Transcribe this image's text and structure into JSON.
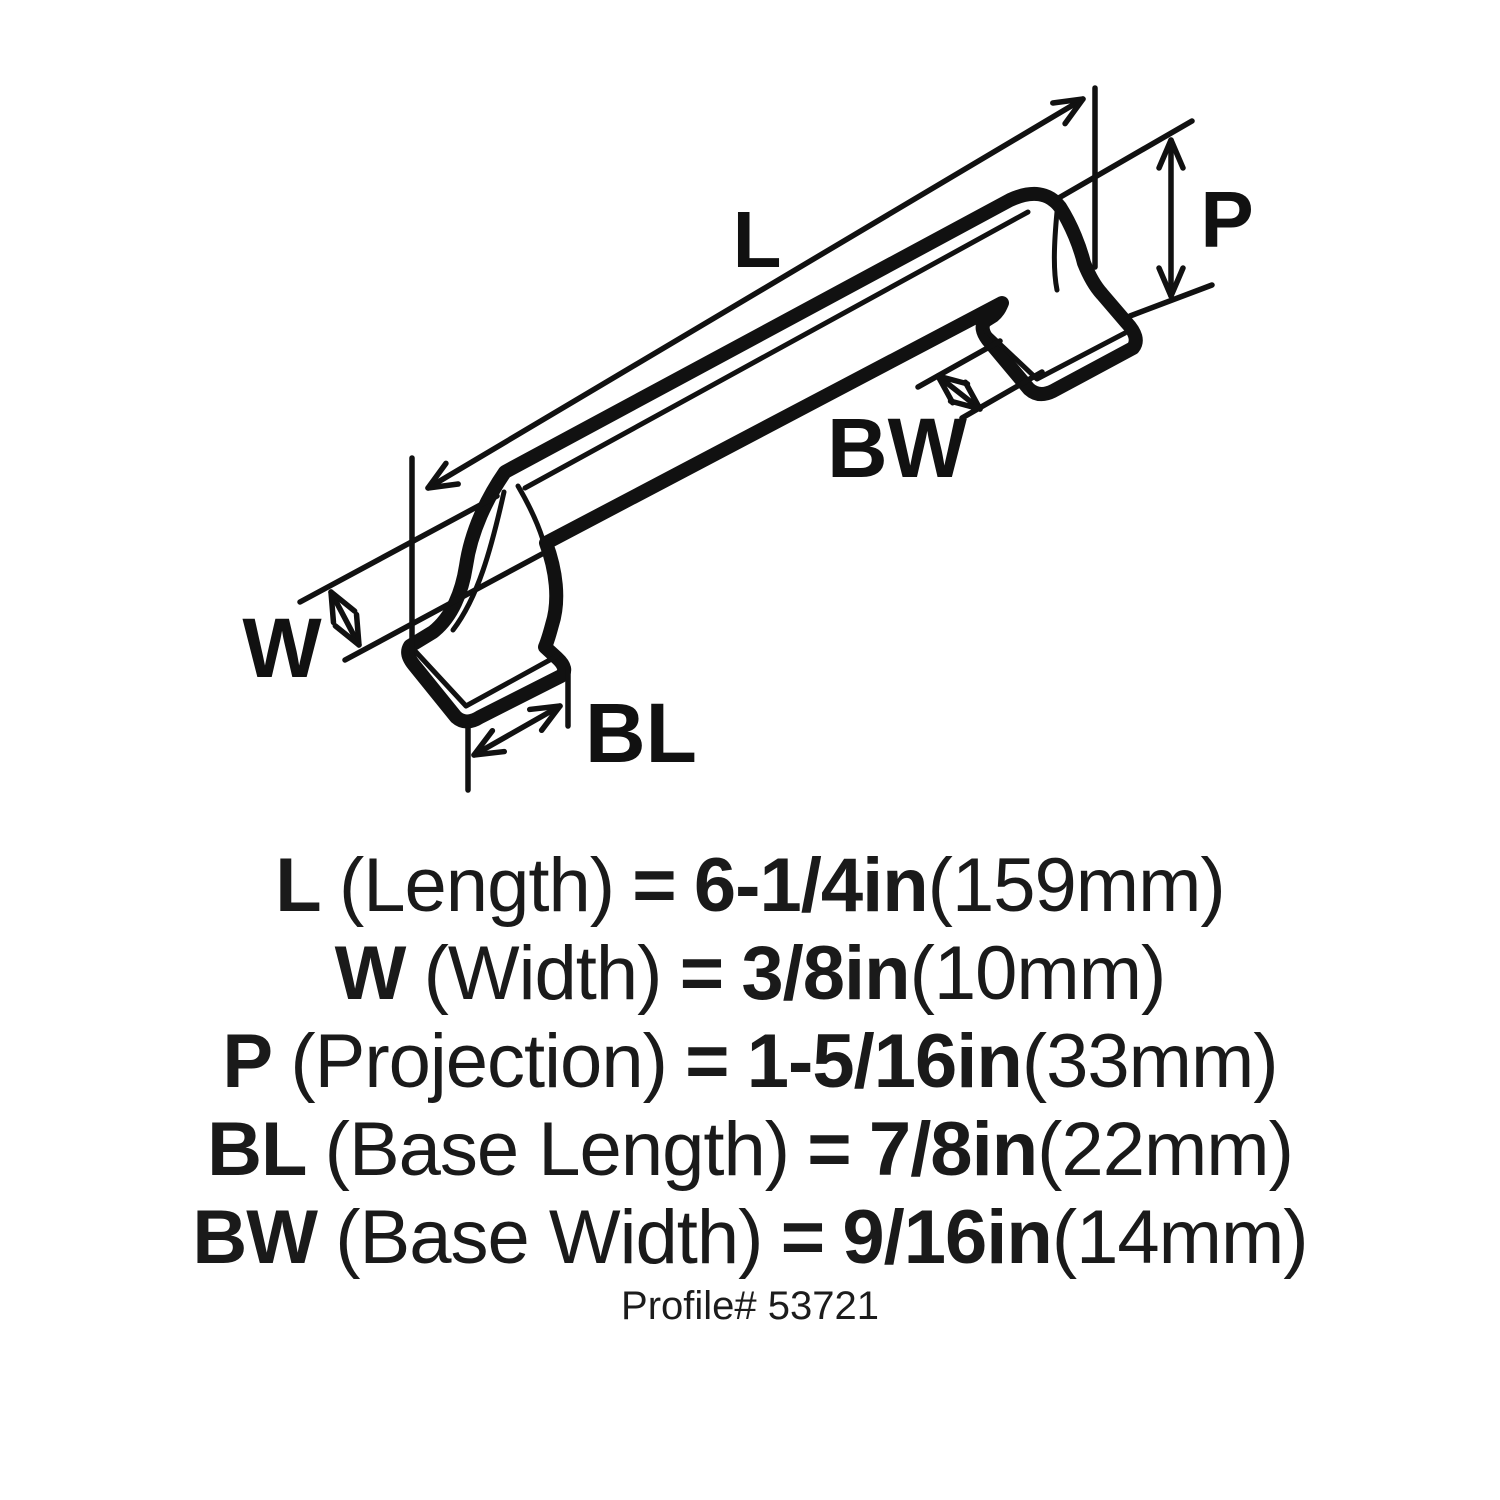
{
  "diagram": {
    "labels": {
      "L": "L",
      "W": "W",
      "P": "P",
      "BL": "BL",
      "BW": "BW"
    }
  },
  "specs": [
    {
      "term": "L",
      "name": "(Length)",
      "eq": "=",
      "inches": "6-1/4in",
      "mm": "(159mm)"
    },
    {
      "term": "W",
      "name": "(Width)",
      "eq": "=",
      "inches": "3/8in",
      "mm": "(10mm)"
    },
    {
      "term": "P",
      "name": "(Projection)",
      "eq": "=",
      "inches": "1-5/16in",
      "mm": "(33mm)"
    },
    {
      "term": "BL",
      "name": "(Base Length)",
      "eq": "=",
      "inches": "7/8in",
      "mm": "(22mm)"
    },
    {
      "term": "BW",
      "name": "(Base Width)",
      "eq": "=",
      "inches": "9/16in",
      "mm": "(14mm)"
    }
  ],
  "footer": {
    "profile": "Profile# 53721"
  },
  "colors": {
    "ink": "#111111",
    "background": "#ffffff"
  }
}
